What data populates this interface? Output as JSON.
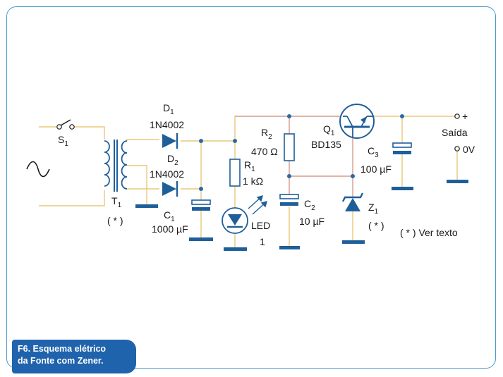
{
  "diagram": {
    "switch": {
      "name": "S",
      "sub": "1"
    },
    "transformer": {
      "name": "T",
      "sub": "1",
      "note": "( * )"
    },
    "diode1": {
      "name": "D",
      "sub": "1",
      "part": "1N4002"
    },
    "diode2": {
      "name": "D",
      "sub": "2",
      "part": "1N4002"
    },
    "c1": {
      "name": "C",
      "sub": "1",
      "value": "1000 µF"
    },
    "r1": {
      "name": "R",
      "sub": "1",
      "value": "1 kΩ"
    },
    "led": {
      "name": "LED",
      "sub": "1"
    },
    "r2": {
      "name": "R",
      "sub": "2",
      "value": "470 Ω"
    },
    "c2": {
      "name": "C",
      "sub": "2",
      "value": "10 µF"
    },
    "q1": {
      "name": "Q",
      "sub": "1",
      "part": "BD135"
    },
    "z1": {
      "name": "Z",
      "sub": "1",
      "note": "( * )"
    },
    "c3": {
      "name": "C",
      "sub": "3",
      "value": "100 µF"
    },
    "output": {
      "label": "Saída",
      "plus": "+",
      "zero": "0V"
    },
    "footnote": "( * ) Ver texto"
  },
  "caption": {
    "line1": "F6. Esquema elétrico",
    "line2": "da Fonte com Zener."
  },
  "colors": {
    "wire_yellow": "#e8c87a",
    "wire_red": "#d99a88",
    "component": "#1f5f99",
    "ground": "#1f5f99",
    "caption_bg": "#1f63ad",
    "frame": "#4a9ac8"
  }
}
